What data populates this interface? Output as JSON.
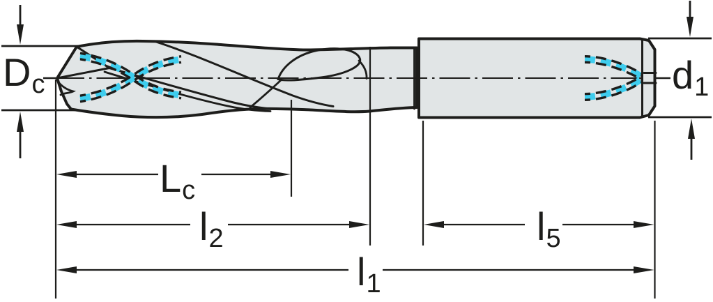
{
  "diagram": {
    "title": "Twist drill with coolant channels - dimension drawing",
    "labels": {
      "cutting_diameter": {
        "main": "D",
        "sub": "c"
      },
      "shank_diameter": {
        "main": "d",
        "sub": "1"
      },
      "flute_length": {
        "main": "L",
        "sub": "c"
      },
      "length_l2": {
        "main": "l",
        "sub": "2"
      },
      "length_l5": {
        "main": "l",
        "sub": "5"
      },
      "overall_length": {
        "main": "l",
        "sub": "1"
      }
    }
  },
  "colors": {
    "line": "#1d1d1b",
    "fill": "#e1e5e6",
    "coolant": "#3ecdee",
    "background": "#ffffff"
  }
}
